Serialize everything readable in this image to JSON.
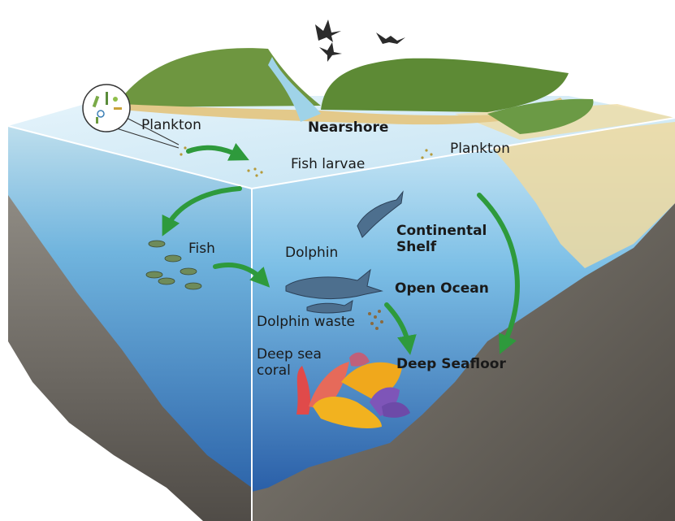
{
  "labels": {
    "plankton_left": "Plankton",
    "nearshore": "Nearshore",
    "plankton_right": "Plankton",
    "fish_larvae": "Fish larvae",
    "fish": "Fish",
    "dolphin": "Dolphin",
    "continental_shelf": "Continental\nShelf",
    "open_ocean": "Open Ocean",
    "dolphin_waste": "Dolphin waste",
    "deep_sea_coral": "Deep sea\ncoral",
    "deep_seafloor": "Deep Seafloor"
  },
  "colors": {
    "arrow": "#2e9a3c",
    "water_surface": "#c7e6f4",
    "water_deep": "#2f6fb8",
    "seafloor": "#6b6760",
    "grass": "#5f8a38",
    "sand": "#e9cf8f",
    "coral_orange": "#f2b21f",
    "coral_purple": "#7e55b8",
    "coral_red": "#e04a4a"
  },
  "icons": [
    "bird-icon",
    "plankton-magnifier-icon",
    "fish-icon",
    "dolphin-icon",
    "coral-icon"
  ]
}
